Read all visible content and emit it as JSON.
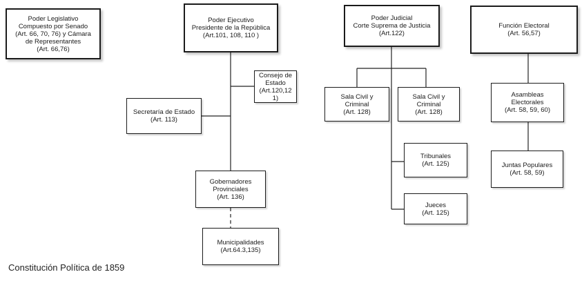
{
  "caption": "Constitución Política de 1859",
  "boxes": {
    "legislativo": "Poder Legislativo\nCompuesto por Senado\n(Art. 66, 70, 76)  y Cámara\nde Representantes\n(Art. 66,76)",
    "ejecutivo": "Poder Ejecutivo\nPresidente de la República\n(Art.101, 108, 110 )",
    "judicial": "Poder Judicial\nCorte Suprema de Justicia\n(Art.122)",
    "electoral": "Función Electoral\n(Art. 56,57)",
    "consejo": "Consejo de\nEstado\n(Art.120,12\n1)",
    "secretaria": "Secretaría de Estado\n(Art. 113)",
    "gobernadores": "Gobernadores\nProvinciales\n(Art. 136)",
    "municipalidades": "Municipalidades\n(Art.64.3,135)",
    "sala_civil_1": "Sala Civil y\nCriminal\n(Art. 128)",
    "sala_civil_2": "Sala Civil y\nCriminal\n(Art. 128)",
    "tribunales": "Tribunales\n(Art. 125)",
    "jueces": "Jueces\n(Art. 125)",
    "asambleas": "Asambleas\nElectorales\n(Art. 58, 59, 60)",
    "juntas": "Juntas Populares\n(Art. 58, 59)"
  }
}
